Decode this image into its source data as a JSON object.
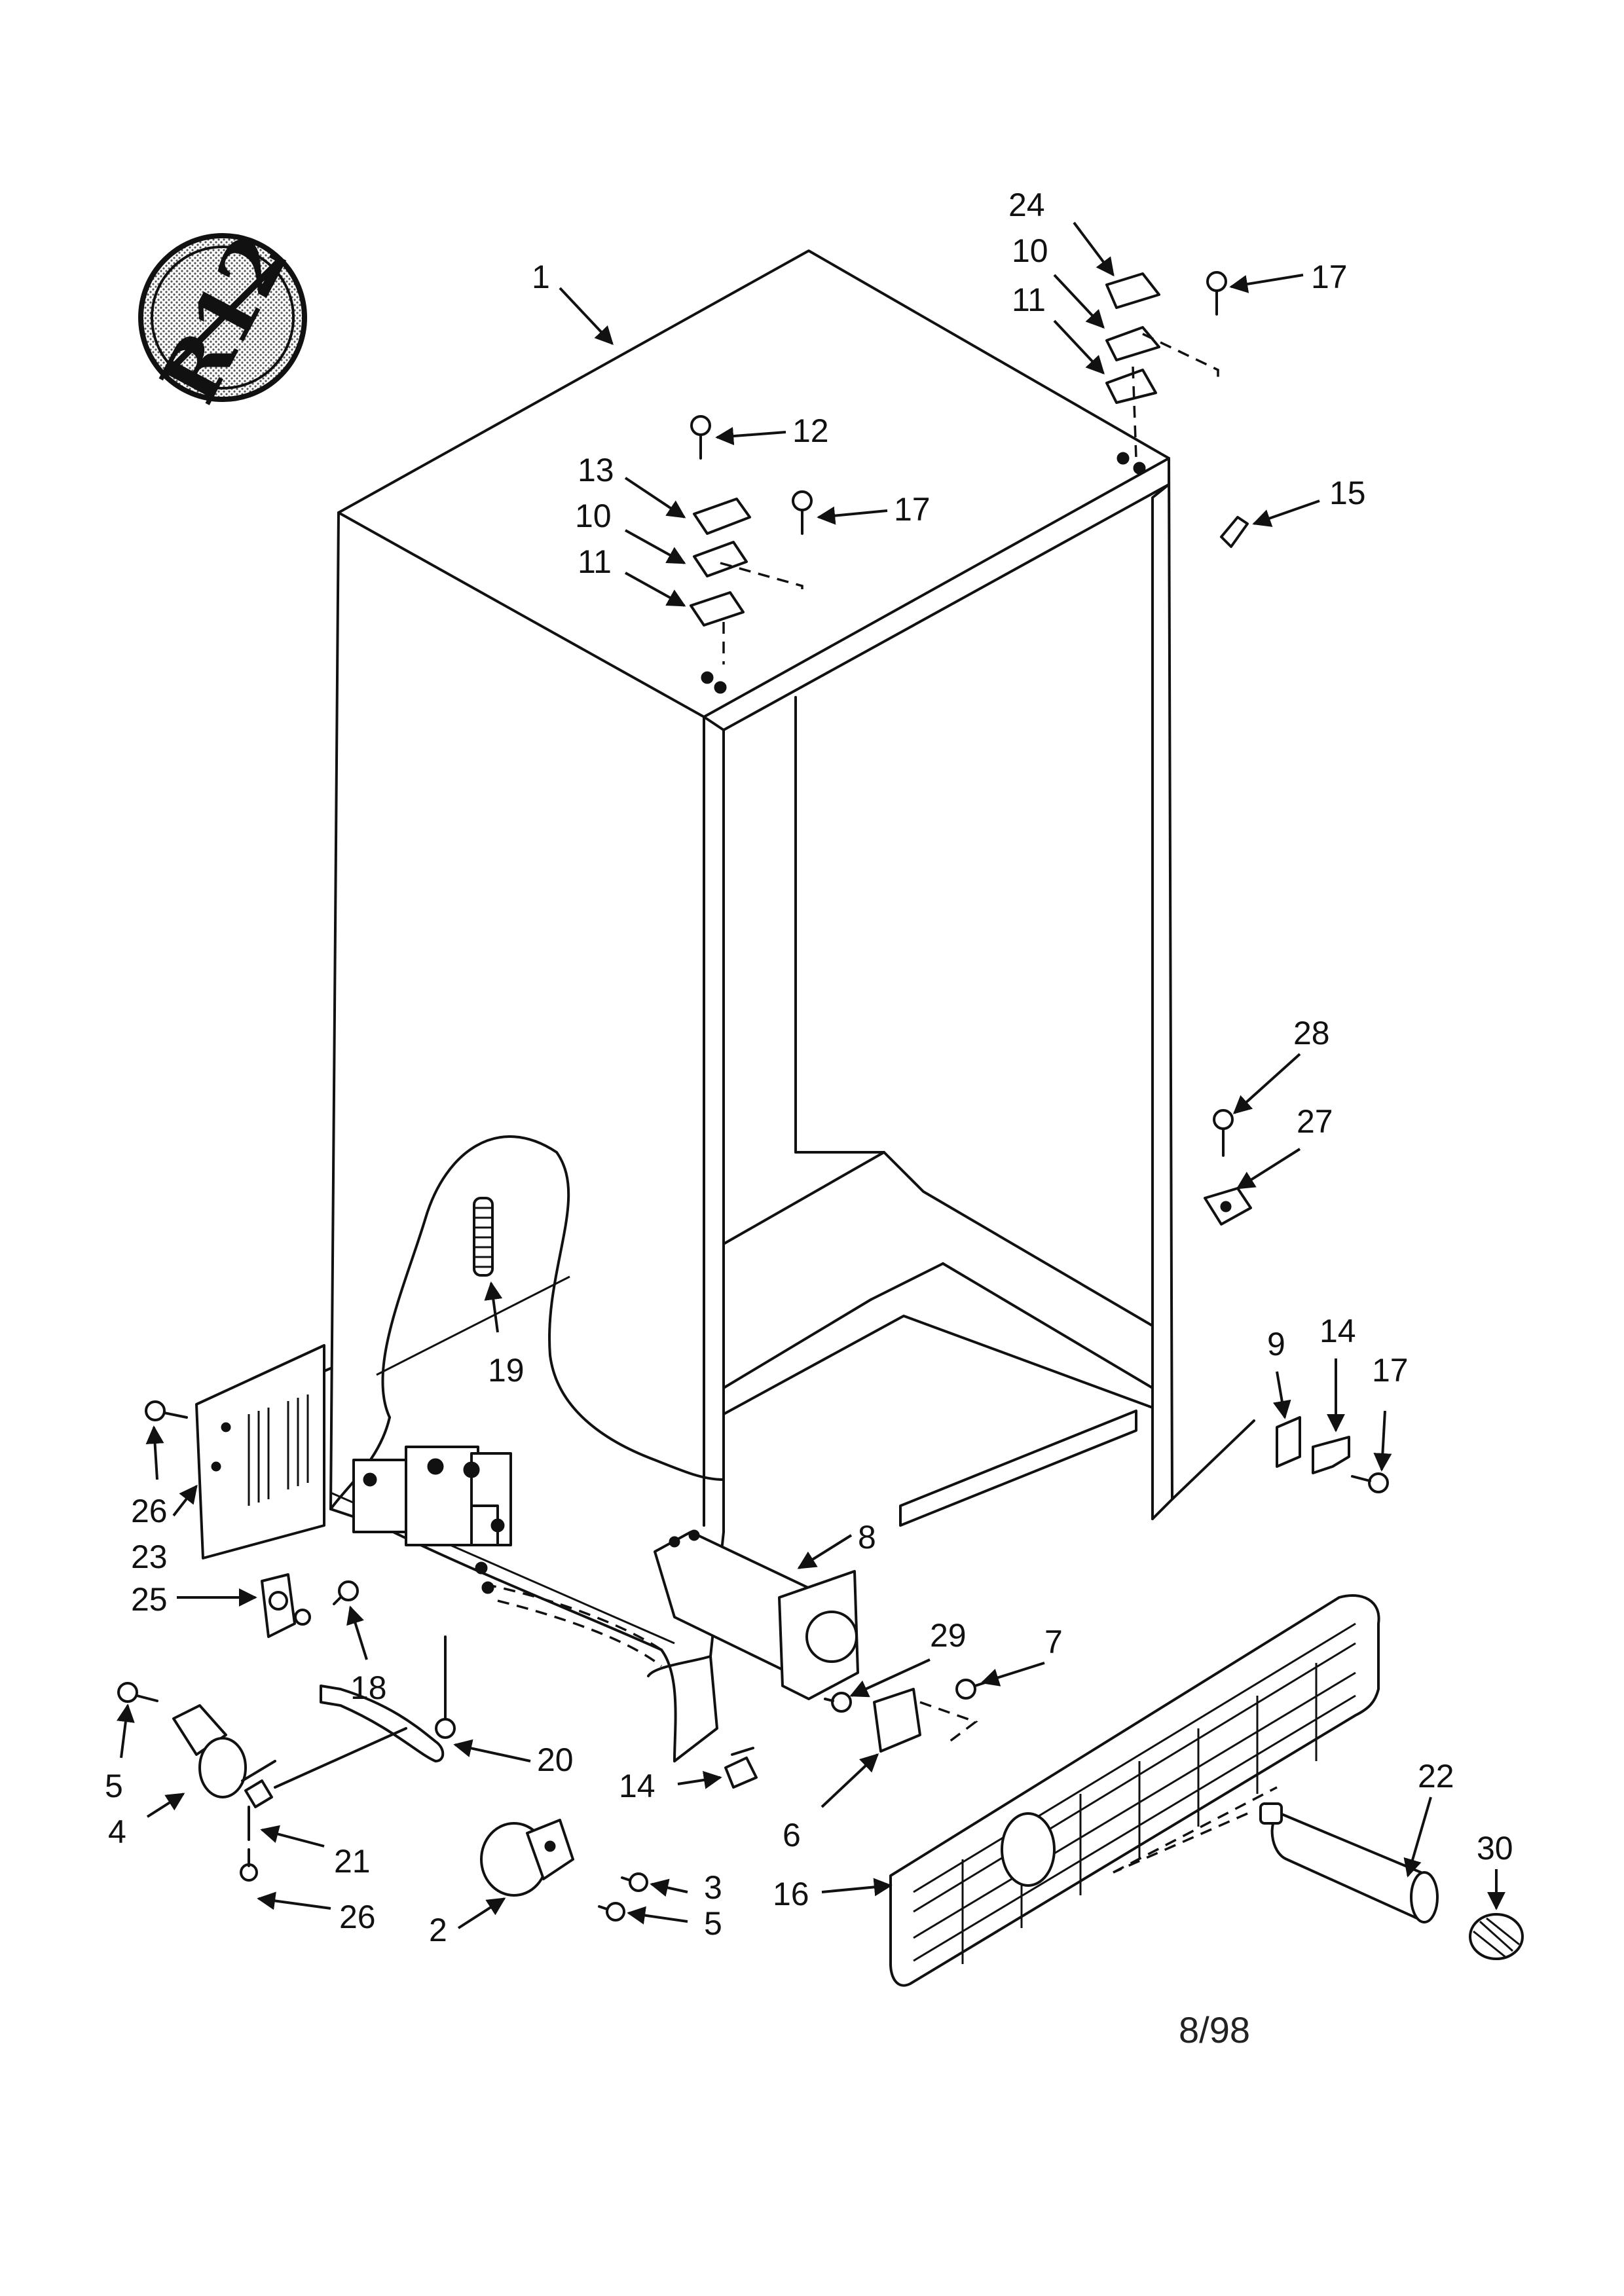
{
  "badge": {
    "text": "R12",
    "icon": "no-r12-refrigerant-icon"
  },
  "callouts": [
    "1",
    "2",
    "3",
    "4",
    "5",
    "5",
    "6",
    "7",
    "8",
    "9",
    "10",
    "10",
    "11",
    "11",
    "12",
    "13",
    "14",
    "14",
    "15",
    "16",
    "17",
    "17",
    "17",
    "18",
    "19",
    "20",
    "21",
    "22",
    "23",
    "24",
    "25",
    "26",
    "26",
    "27",
    "28",
    "29",
    "30"
  ],
  "labels": {
    "c1": "1",
    "c2": "2",
    "c3": "3",
    "c4": "4",
    "c5a": "5",
    "c5b": "5",
    "c6": "6",
    "c7": "7",
    "c8": "8",
    "c9": "9",
    "c10a": "10",
    "c10b": "10",
    "c11a": "11",
    "c11b": "11",
    "c12": "12",
    "c13": "13",
    "c14a": "14",
    "c14b": "14",
    "c15": "15",
    "c16": "16",
    "c17a": "17",
    "c17b": "17",
    "c17c": "17",
    "c18": "18",
    "c19": "19",
    "c20": "20",
    "c21": "21",
    "c22": "22",
    "c23": "23",
    "c24": "24",
    "c25": "25",
    "c26a": "26",
    "c26b": "26",
    "c27": "27",
    "c28": "28",
    "c29": "29",
    "c30": "30"
  },
  "date_code": "8/98"
}
